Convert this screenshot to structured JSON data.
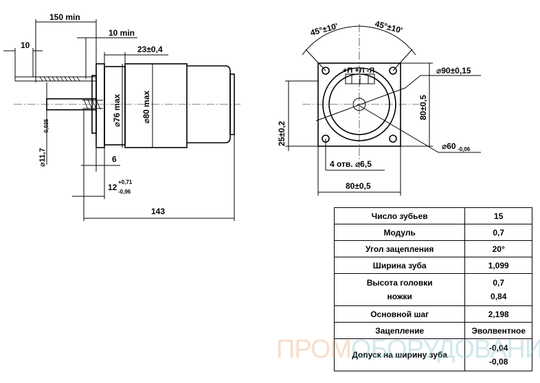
{
  "side_view": {
    "dim_150_min": "150 min",
    "dim_10_min": "10 min",
    "dim_10": "10",
    "dim_23": "23±0,4",
    "dim_76": "⌀76 max",
    "dim_80": "⌀80 max",
    "dim_11_7": "⌀11,7",
    "dim_11_7_tol": "-0,035",
    "dim_6": "6",
    "dim_12": "12",
    "dim_12_tol_upper": "+0,71",
    "dim_12_tol_lower": "-0,96",
    "dim_143": "143"
  },
  "front_view": {
    "angle_left": "45°±10'",
    "angle_right": "45°±10'",
    "terminals": "+П +Л -Я",
    "dim_90": "⌀90±0,15",
    "dim_80_v": "80±0,5",
    "dim_25": "25±0,2",
    "dim_60": "⌀60",
    "dim_60_tol": "-0,06",
    "holes": "4 отв. ⌀6,5",
    "dim_80_h": "80±0,5"
  },
  "gear_table": [
    {
      "param": "Число зубьев",
      "value": "15"
    },
    {
      "param": "Модуль",
      "value": "0,7"
    },
    {
      "param": "Угол зацепления",
      "value": "20°"
    },
    {
      "param": "Ширина зуба",
      "value": "1,099"
    },
    {
      "param": "Высота головки",
      "value": "0,7"
    },
    {
      "param": "ножки",
      "value": "0,84"
    },
    {
      "param": "Основной шаг",
      "value": "2,198"
    },
    {
      "param": "Зацепление",
      "value": "Эволвентное"
    },
    {
      "param": "Допуск на ширину зуба",
      "value": "-0,04",
      "value2": "-0,08"
    }
  ],
  "watermark": {
    "part1": "ПРОМ",
    "part2": "ОБОРУДОВАНИЕ"
  }
}
